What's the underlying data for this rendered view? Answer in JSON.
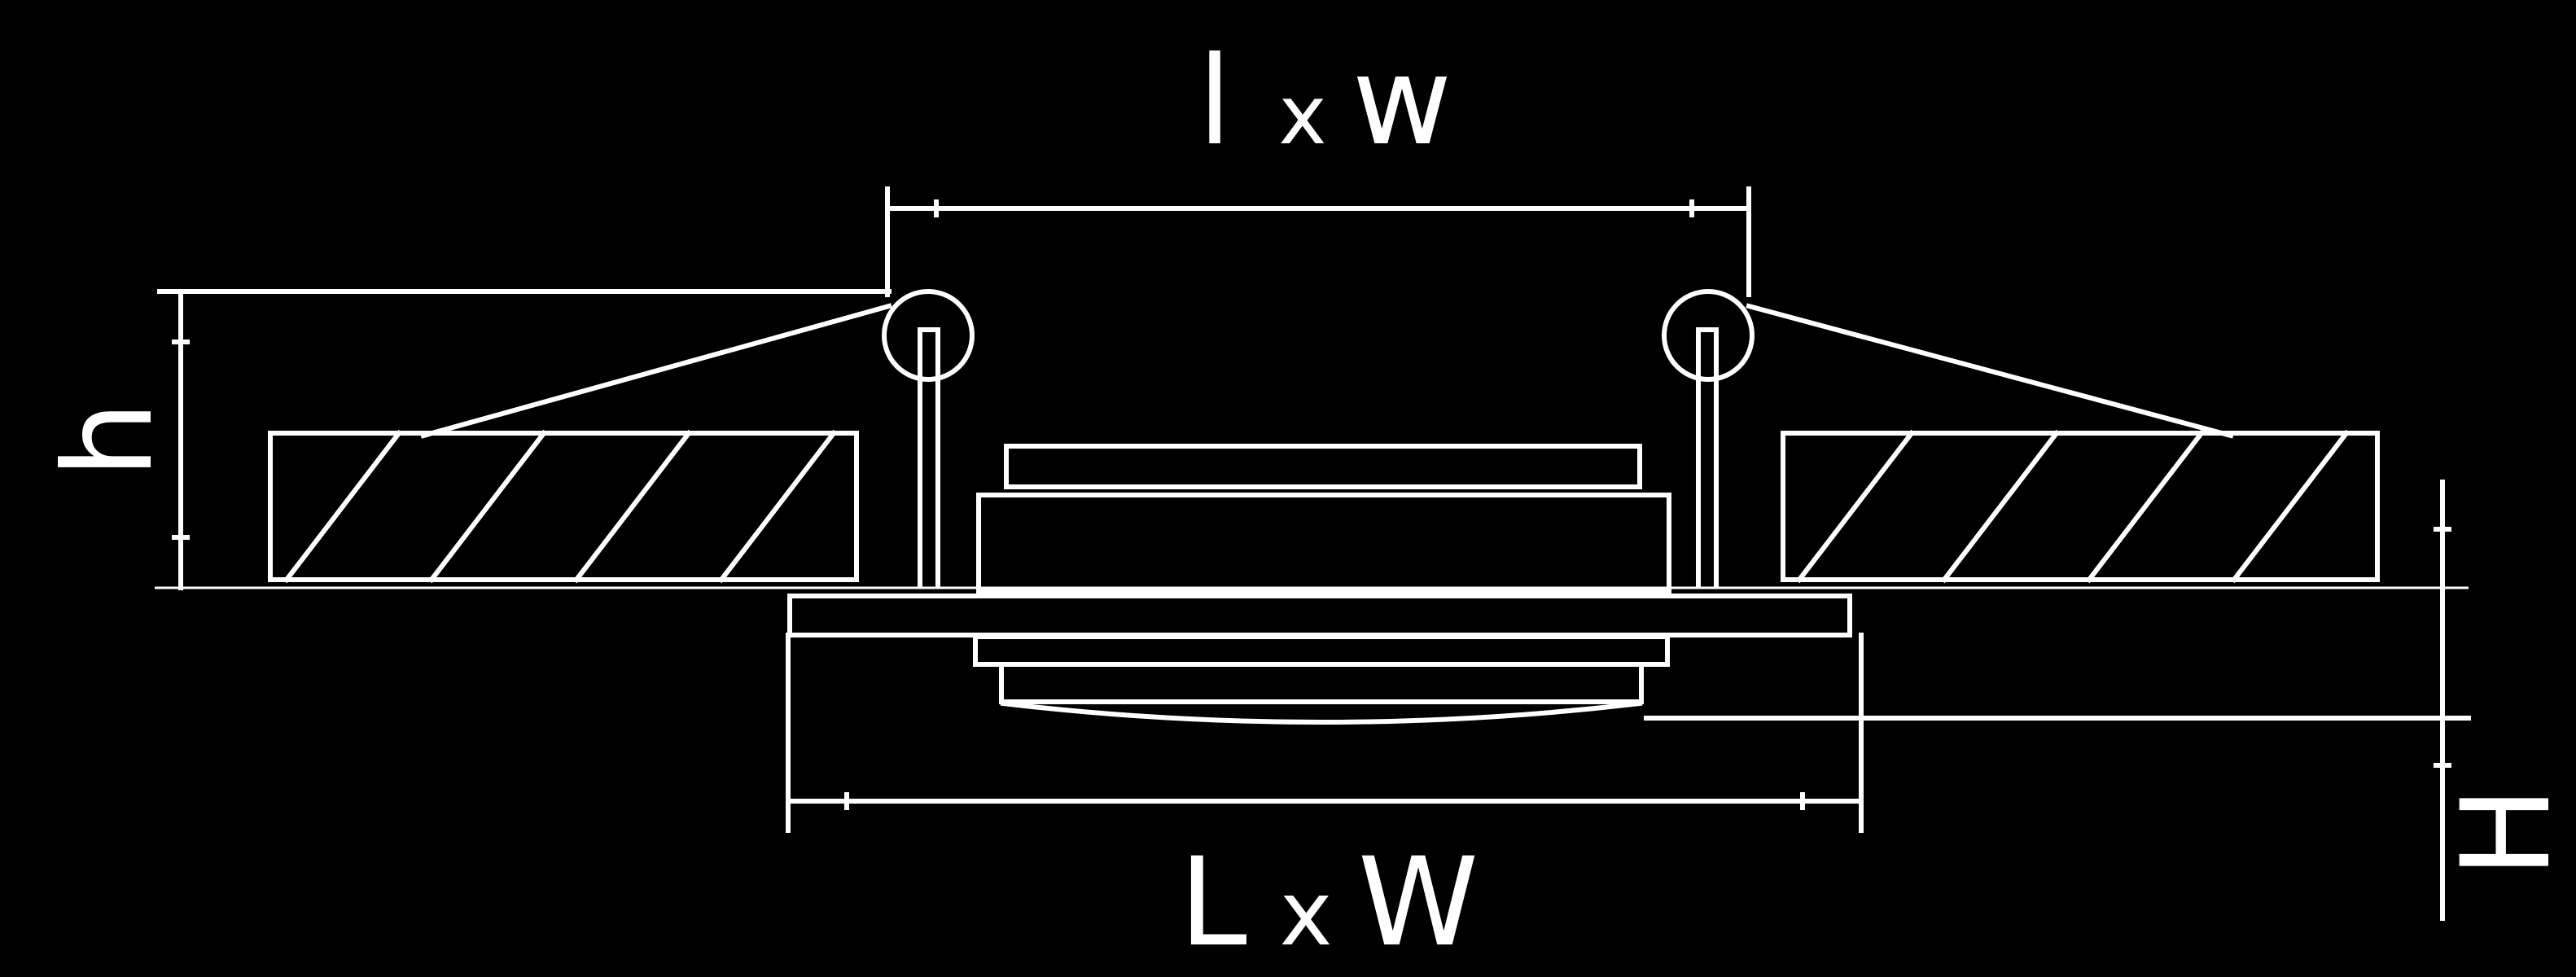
{
  "labels": {
    "top_dimension": {
      "main": "l",
      "sep": "x",
      "second": "w"
    },
    "bottom_dimension": {
      "main": "L",
      "sep": "x",
      "second": "W"
    },
    "left_height": "h",
    "right_height": "H"
  },
  "colors": {
    "background": "#000000",
    "stroke": "#ffffff"
  }
}
